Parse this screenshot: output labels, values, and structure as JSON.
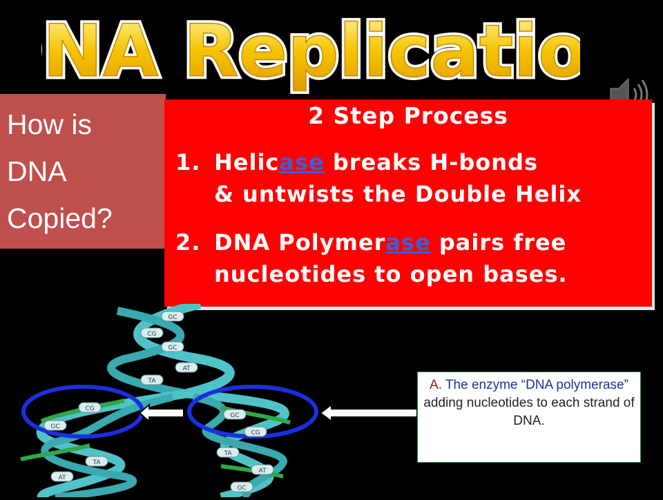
{
  "slide": {
    "title": "DNA Replication",
    "speaker_icon": "speaker-icon",
    "question": {
      "line1": "How is",
      "line2": "DNA",
      "line3": "Copied?"
    },
    "process": {
      "heading": "2 Step Process",
      "step1": {
        "num": "1.",
        "pre": "Helic",
        "link": "ase",
        "post": " breaks H-bonds",
        "line2": "& untwists the Double Helix"
      },
      "step2": {
        "num": "2.",
        "pre": "DNA Polymer",
        "link": "ase",
        "post": " pairs free",
        "line2": "nucleotides to open bases."
      }
    },
    "caption": {
      "label": "A.",
      "part1": " The enzyme “DNA polymerase",
      "part2": "” adding nucleotides to each strand of DNA."
    },
    "dna_labels": [
      "GC",
      "CG",
      "GC",
      "AT",
      "TA",
      "CG",
      "GC",
      "TA",
      "AT",
      "GC",
      "CG",
      "TA",
      "AT",
      "GC"
    ]
  },
  "colors": {
    "background": "#000000",
    "title_fill": "#f5c400",
    "title_stroke": "#ffffff",
    "question_box": "#c0504d",
    "process_box": "#ff0000",
    "link": "#3b5fd9",
    "strand": "#4fc3c8",
    "new_strand": "#2fa84a",
    "ellipse": "#1a2fe0"
  }
}
